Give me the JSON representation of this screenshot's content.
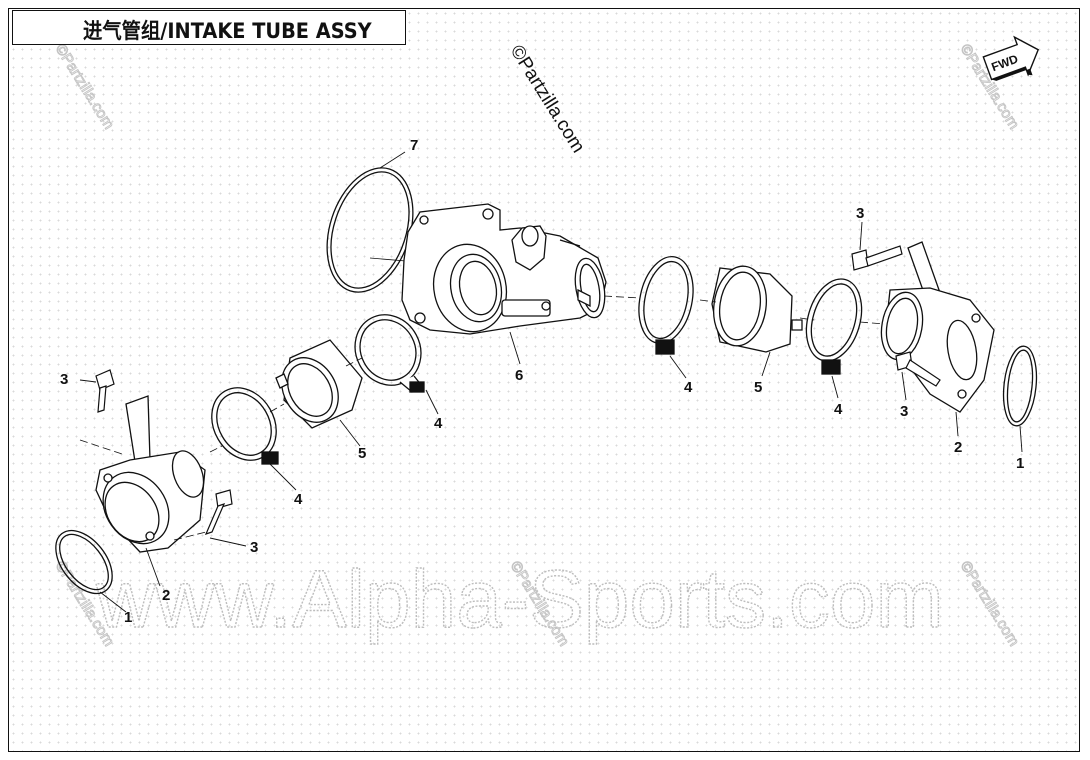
{
  "title": "进气管组/INTAKE TUBE ASSY",
  "watermarks": {
    "site": "www.Alpha-Sports.com",
    "copyright": "©Partzilla.com"
  },
  "fwd_label": "FWD",
  "callouts": {
    "left_clamp_ring": "1",
    "left_flange": "2",
    "left_bolt_top": "3",
    "left_bolt_bottom": "3",
    "left_clamp_a": "4",
    "left_clamp_b": "4",
    "left_boot": "5",
    "throttle_body": "6",
    "o_ring": "7",
    "right_bolt_top": "3",
    "right_clamp_a": "4",
    "right_boot": "5",
    "right_clamp_b": "4",
    "right_bolt_bottom": "3",
    "right_flange": "2",
    "right_clamp_ring": "1"
  },
  "colors": {
    "line": "#111111",
    "watermark": "#c8c8c8"
  }
}
